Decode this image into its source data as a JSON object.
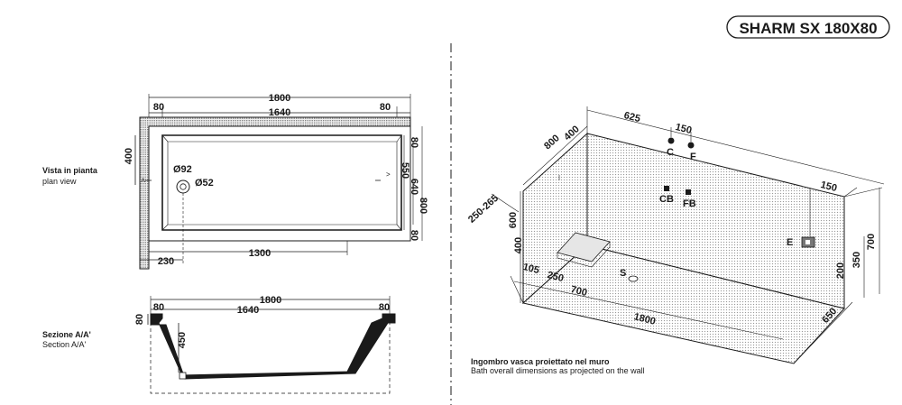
{
  "title": "SHARM SX 180X80",
  "plan": {
    "label_it": "Vista in pianta",
    "label_en": "plan view",
    "dims": {
      "overall_length": "1800",
      "inner_length": "1640",
      "rim_left": "80",
      "rim_right": "80",
      "left_depth": "400",
      "drain_diameter": "Ø92",
      "overflow_diameter": "Ø52",
      "right_550": "550",
      "right_640": "640",
      "right_800": "800",
      "right_top_80": "80",
      "right_bottom_80": "80",
      "bottom_230": "230",
      "bottom_1300": "1300"
    }
  },
  "section": {
    "label_it": "Sezione A/A'",
    "label_en": "Section A/A'",
    "dims": {
      "overall_length": "1800",
      "inner_length": "1640",
      "rim_left": "80",
      "rim_right": "80",
      "rim_height": "80",
      "depth": "450"
    }
  },
  "wall_view": {
    "caption_it": "Ingombro vasca proiettato nel muro",
    "caption_en": "Bath overall dimensions as projected on the wall",
    "dims": {
      "d625": "625",
      "d150_top": "150",
      "d800": "800",
      "d400_top": "400",
      "d250_265": "250-265",
      "d600": "600",
      "d400_left": "400",
      "d105": "105",
      "d250": "250",
      "d700_bottom": "700",
      "d1800": "1800",
      "d150_right": "150",
      "d700_right": "700",
      "d350": "350",
      "d200": "200",
      "d650": "650"
    },
    "points": {
      "c": "C",
      "f": "F",
      "cb": "CB",
      "fb": "FB",
      "e": "E",
      "s": "S"
    }
  }
}
